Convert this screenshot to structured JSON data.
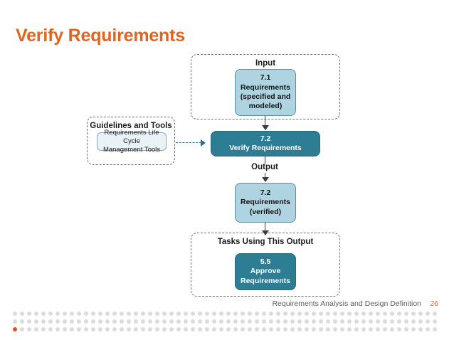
{
  "slide": {
    "title": "Verify Requirements",
    "accent_color": "#e2631f",
    "task_color": "#2d7d95",
    "artifact_color": "#aed4e2"
  },
  "diagram": {
    "groups": {
      "input": {
        "label": "Input"
      },
      "tools": {
        "label": "Guidelines and Tools"
      },
      "tasks": {
        "label": "Tasks Using This Output"
      }
    },
    "nodes": {
      "input_requirements": {
        "number": "7.1",
        "line2": "Requirements",
        "line3": "(specified and",
        "line4": "modeled)"
      },
      "task": {
        "number": "7.2",
        "name": "Verify Requirements"
      },
      "output_requirements": {
        "number": "7.2",
        "line2": "Requirements",
        "line3": "(verified)"
      },
      "approve_requirements": {
        "number": "5.5",
        "line2": "Approve",
        "line3": "Requirements"
      },
      "tool": {
        "line1": "Requirements Life Cycle",
        "line2": "Management Tools"
      }
    },
    "flow_labels": {
      "output": "Output"
    }
  },
  "footer": {
    "text": "Requirements Analysis and Design Definition",
    "page": "26"
  }
}
